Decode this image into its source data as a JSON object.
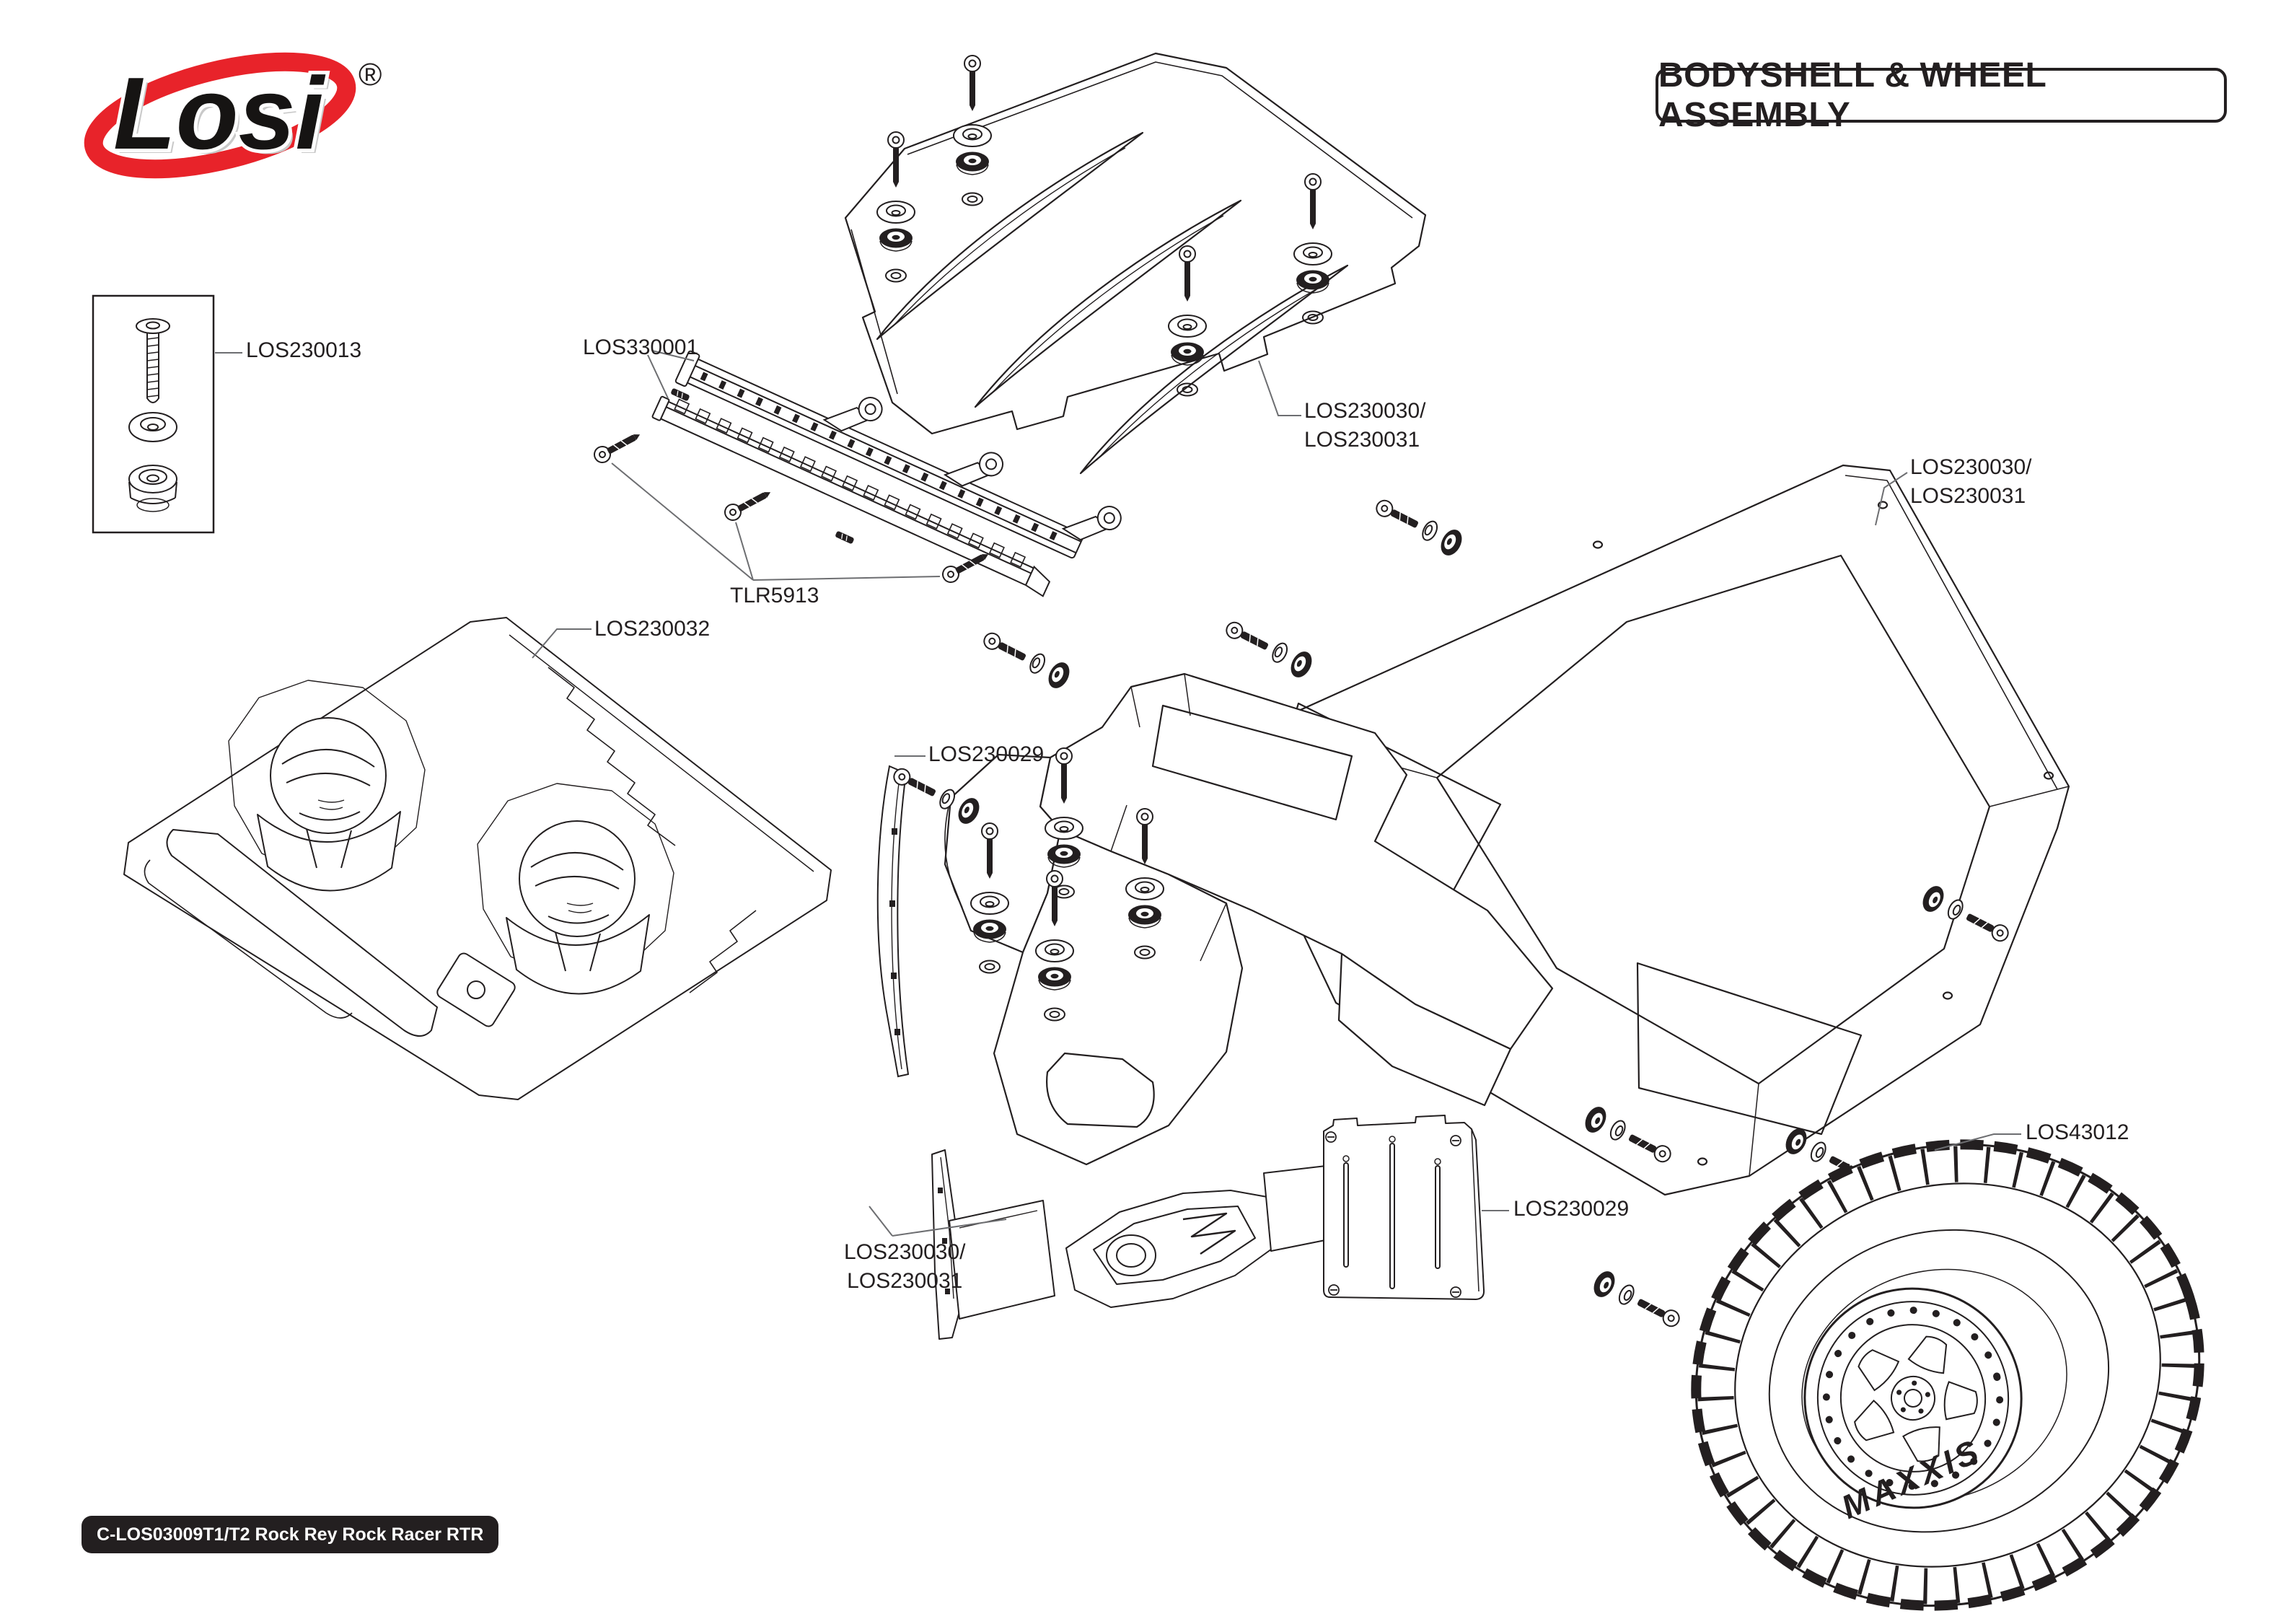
{
  "brand": {
    "name": "Losi",
    "registered": "®"
  },
  "header": {
    "title": "BODYSHELL & WHEEL ASSEMBLY"
  },
  "footer": {
    "code": "C-LOS03009T1/T2 Rock Rey Rock Racer RTR"
  },
  "wheel": {
    "sidewall_text": "MAXXIS"
  },
  "colors": {
    "ink": "#231f20",
    "accent": "#e8232a",
    "leader": "#6d6e71",
    "paper": "#ffffff"
  },
  "labels": [
    {
      "id": "hardware-set",
      "text": "LOS230013"
    },
    {
      "id": "light-bar",
      "text": "LOS330001"
    },
    {
      "id": "light-bar-screws",
      "text": "TLR5913"
    },
    {
      "id": "interior-set",
      "text": "LOS230032"
    },
    {
      "id": "roof-panel",
      "text": "LOS230030/",
      "text2": "LOS230031"
    },
    {
      "id": "cage-panel",
      "text": "LOS230030/",
      "text2": "LOS230031"
    },
    {
      "id": "windshield",
      "text": "LOS230029"
    },
    {
      "id": "front-lower",
      "text": "LOS230030/",
      "text2": "LOS230031"
    },
    {
      "id": "rear-panel",
      "text": "LOS230029"
    },
    {
      "id": "wheel-assembly",
      "text": "LOS43012"
    }
  ]
}
